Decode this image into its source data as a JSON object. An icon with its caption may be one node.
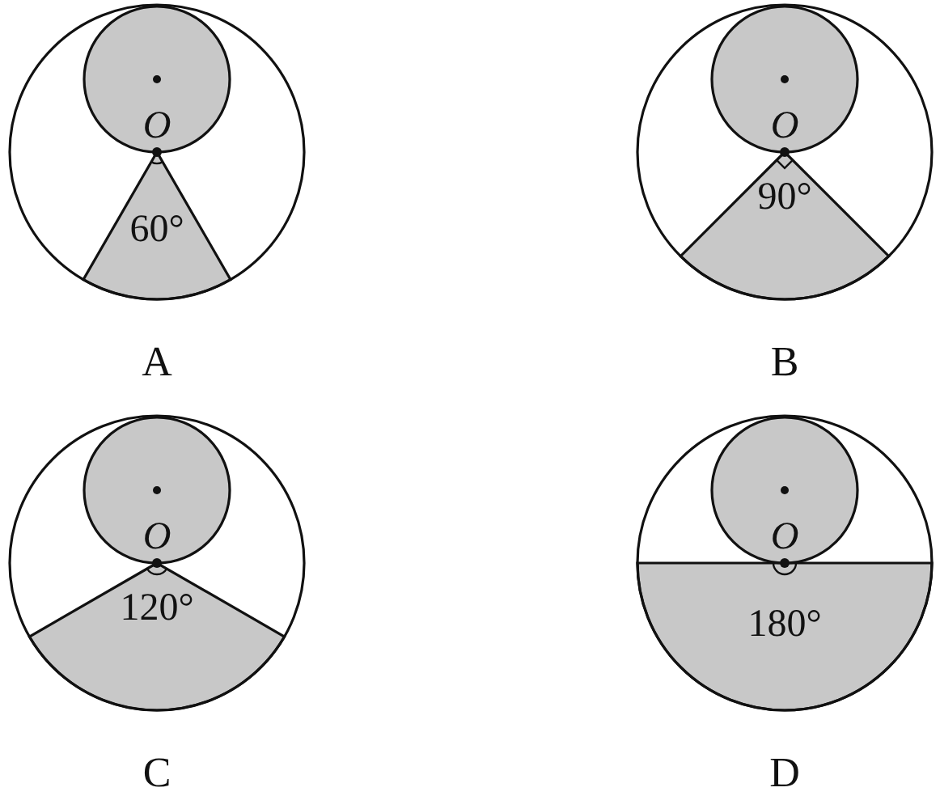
{
  "diagram": {
    "labels": [
      "O",
      "60°",
      "O",
      "90°",
      "A",
      "B",
      "O",
      "120°",
      "O",
      "180°",
      "C",
      "D"
    ]
  }
}
